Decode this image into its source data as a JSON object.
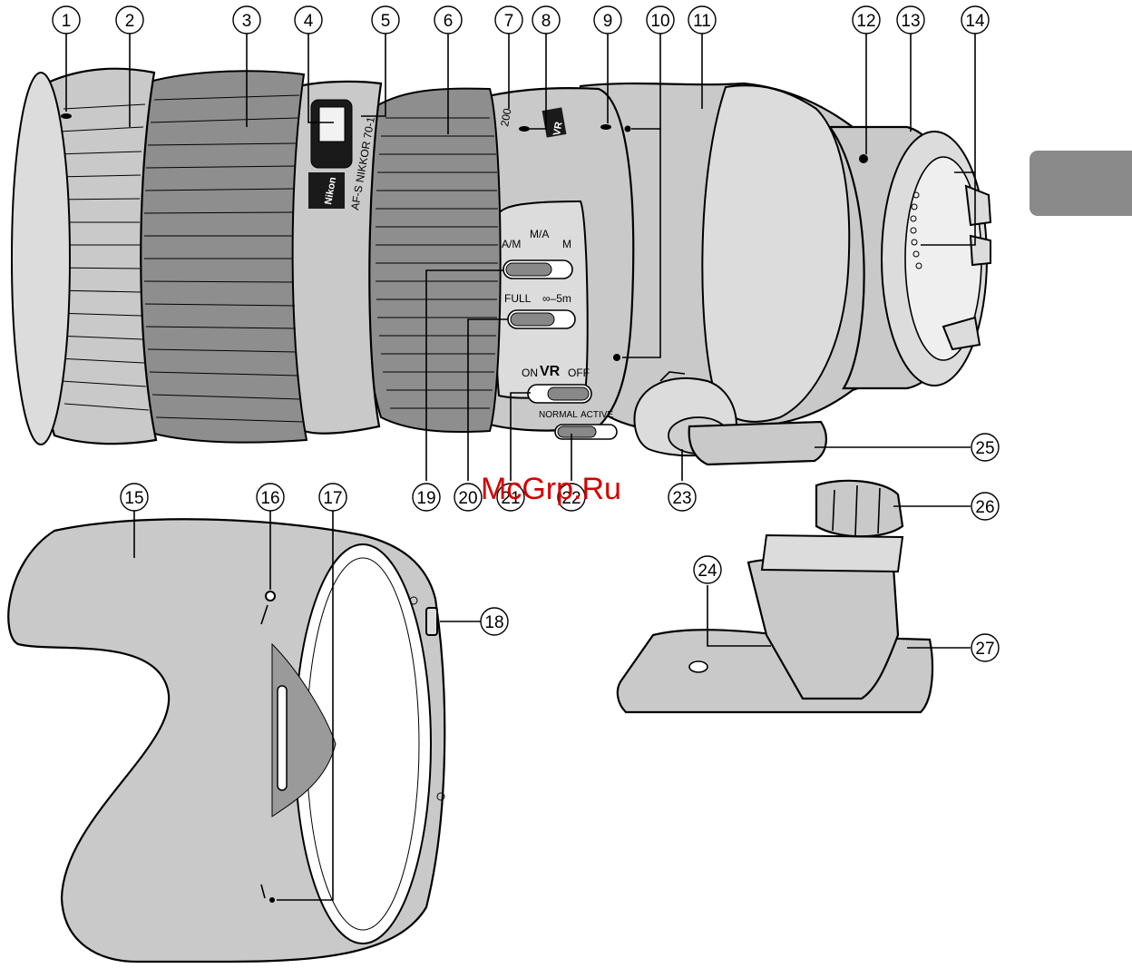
{
  "callouts": [
    {
      "label": "1"
    },
    {
      "label": "2"
    },
    {
      "label": "3"
    },
    {
      "label": "4"
    },
    {
      "label": "5"
    },
    {
      "label": "6"
    },
    {
      "label": "7"
    },
    {
      "label": "8"
    },
    {
      "label": "9"
    },
    {
      "label": "10"
    },
    {
      "label": "11"
    },
    {
      "label": "12"
    },
    {
      "label": "13"
    },
    {
      "label": "14"
    },
    {
      "label": "15"
    },
    {
      "label": "16"
    },
    {
      "label": "17"
    },
    {
      "label": "18"
    },
    {
      "label": "19"
    },
    {
      "label": "20"
    },
    {
      "label": "21"
    },
    {
      "label": "22"
    },
    {
      "label": "23"
    },
    {
      "label": "24"
    },
    {
      "label": "25"
    },
    {
      "label": "26"
    },
    {
      "label": "27"
    }
  ],
  "lens_markings": {
    "brand": "Nikon",
    "model": "AF-S NIKKOR 70-1",
    "focal_200": "200",
    "vr_badge": "VR"
  },
  "switches": {
    "focus_mode": {
      "am": "A/M",
      "ma": "M/A",
      "m": "M"
    },
    "focus_limit": {
      "full": "FULL",
      "range": "∞–5m"
    },
    "vr": {
      "on": "ON",
      "title": "VR",
      "off": "OFF"
    },
    "vr_mode": {
      "normal": "NORMAL",
      "active": "ACTIVE"
    }
  },
  "watermark": "McGrp.Ru",
  "colors": {
    "body_gray": "#c9c9c9",
    "tab_gray": "#8a8a8a",
    "watermark_red": "#d40000"
  }
}
